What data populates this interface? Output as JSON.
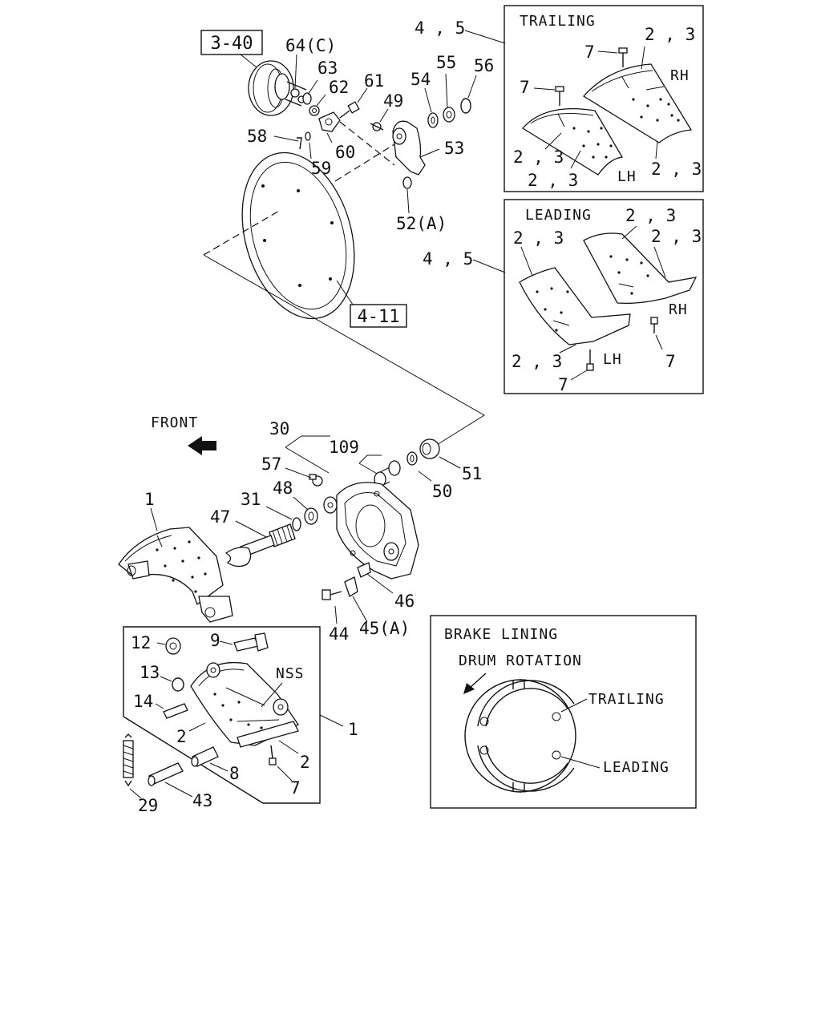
{
  "refs": {
    "r_3_40": "3-40",
    "r_4_11": "4-11"
  },
  "labels": {
    "trailing": "TRAILING",
    "leading": "LEADING",
    "rh": "RH",
    "lh": "LH",
    "front": "FRONT",
    "nss": "NSS",
    "brake_lining": "BRAKE LINING",
    "drum_rotation": "DRUM ROTATION",
    "inset_trailing": "TRAILING",
    "inset_leading": "LEADING"
  },
  "callouts": {
    "c64": "64(C)",
    "c63": "63",
    "c62": "62",
    "c61": "61",
    "c49": "49",
    "c54": "54",
    "c55": "55",
    "c56": "56",
    "c58": "58",
    "c59": "59",
    "c60": "60",
    "c53": "53",
    "c52": "52(A)",
    "c45_top": "4 , 5",
    "c45_mid": "4 , 5",
    "t7a": "7",
    "t7b": "7",
    "t23a": "2 , 3",
    "t23b": "2 , 3",
    "t23c": "2 , 3",
    "t23d": "2 , 3",
    "l23a": "2 , 3",
    "l23b": "2 , 3",
    "l23c": "2 , 3",
    "l23d": "2 , 3",
    "l7a": "7",
    "l7b": "7",
    "c30": "30",
    "c109": "109",
    "c57": "57",
    "c48": "48",
    "c31": "31",
    "c47": "47",
    "c50": "50",
    "c51": "51",
    "c1": "1",
    "c46": "46",
    "c44": "44",
    "c45a": "45(A)",
    "c12": "12",
    "c9": "9",
    "c13": "13",
    "c14": "14",
    "c2a": "2",
    "c2b": "2",
    "c8": "8",
    "c7": "7",
    "c1b": "1",
    "c29": "29",
    "c43": "43"
  }
}
